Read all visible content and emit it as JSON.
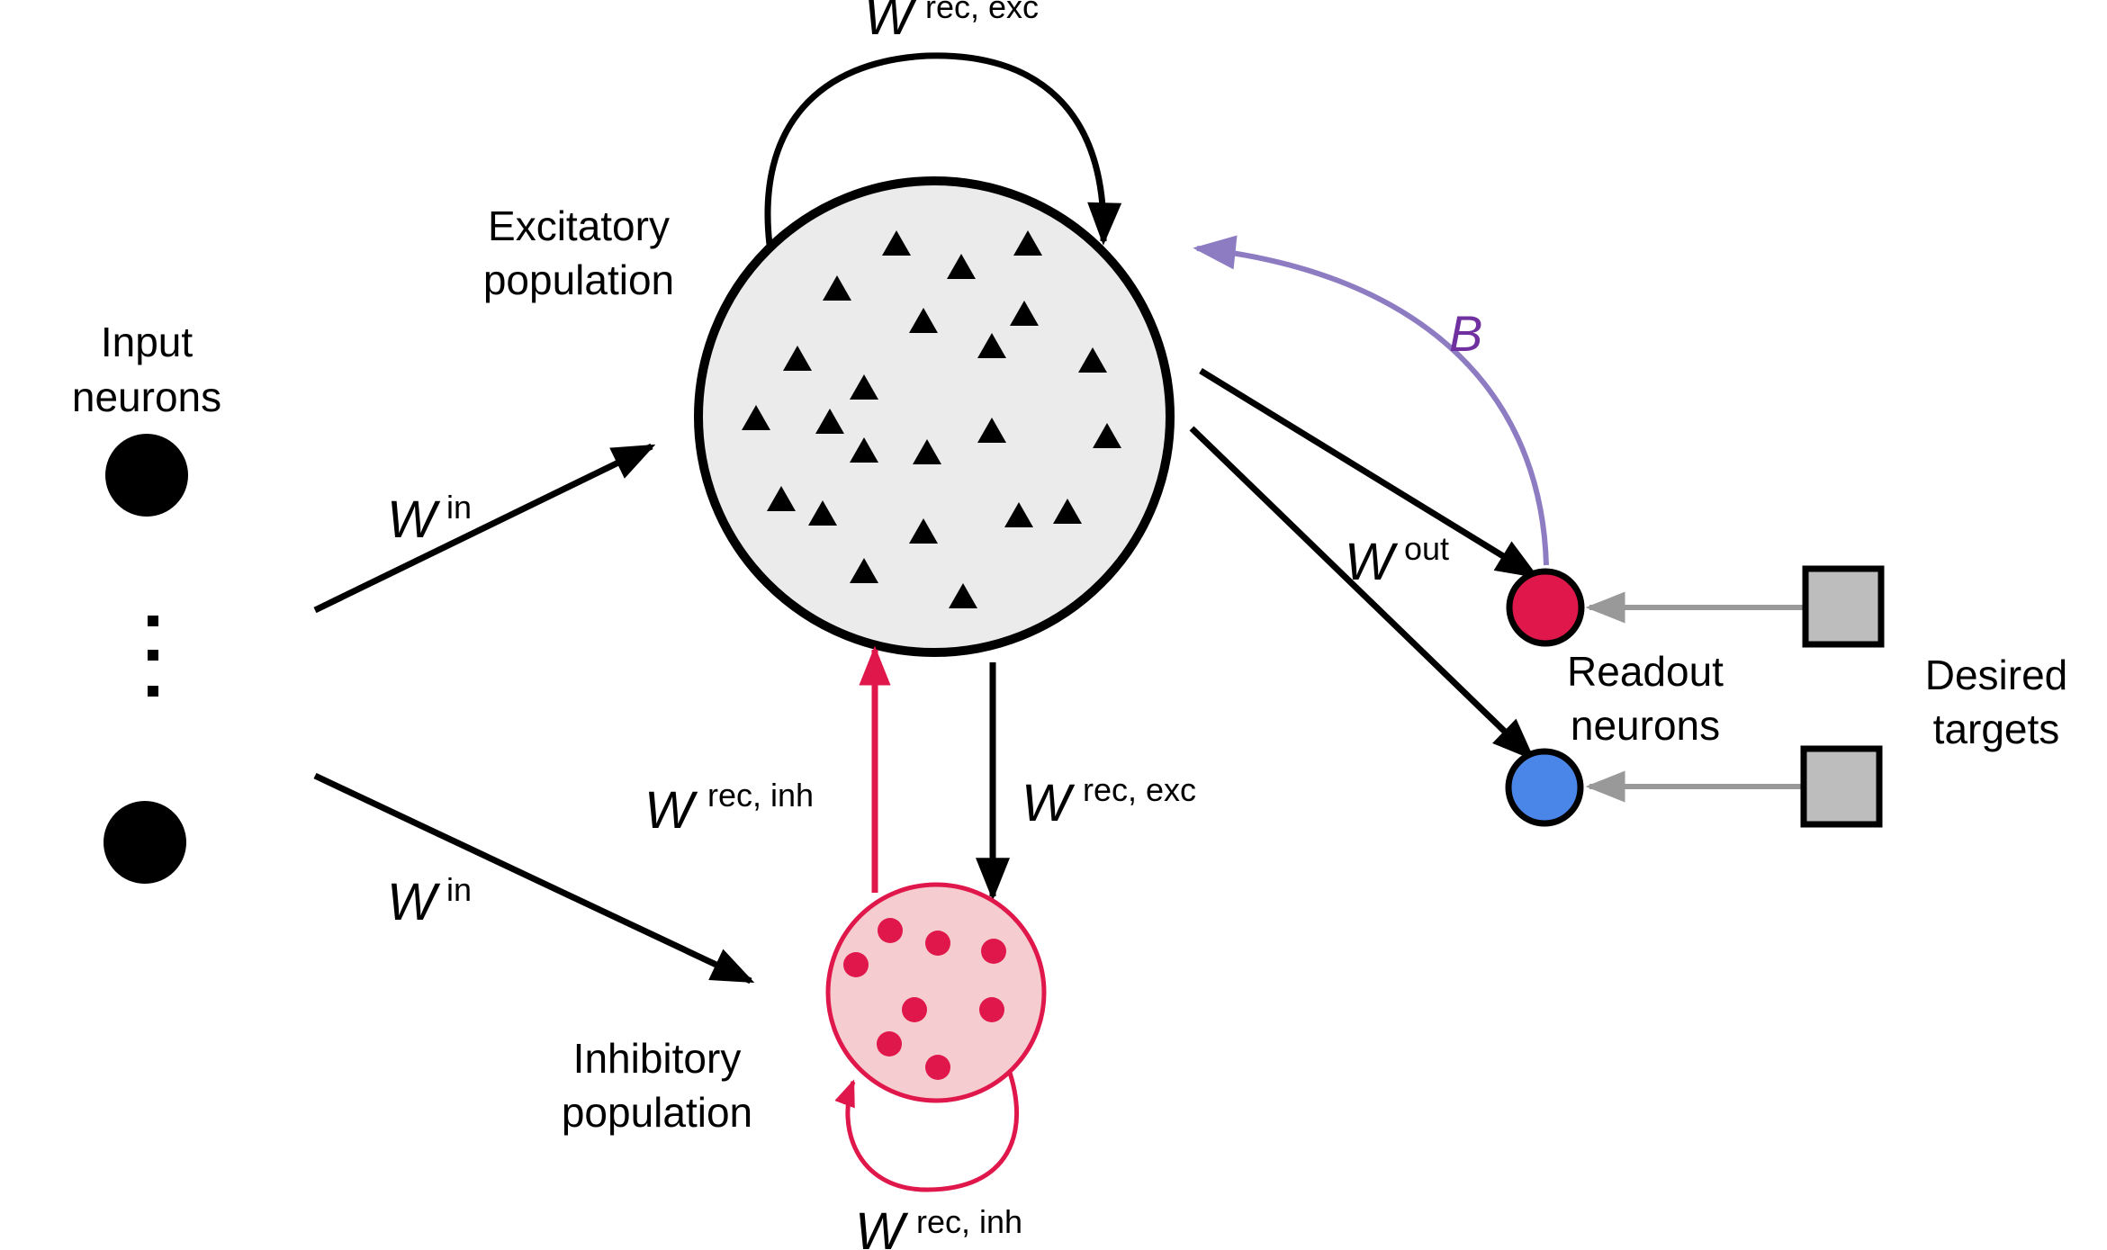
{
  "labels": {
    "input_neurons": [
      "Input",
      "neurons"
    ],
    "ellipsis": "⋮",
    "excitatory_population": [
      "Excitatory",
      "population"
    ],
    "inhibitory_population": [
      "Inhibitory",
      "population"
    ],
    "readout_neurons": [
      "Readout",
      "neurons"
    ],
    "desired_targets": [
      "Desired",
      "targets"
    ]
  },
  "weights": {
    "w_symbol": "W",
    "in_sup": "in",
    "rec_exc_sup": "rec, exc",
    "rec_inh_sup": "rec, inh",
    "out_sup": "out",
    "feedback": "B"
  },
  "colors": {
    "excitatory_fill": "#ebebeb",
    "inhibitory_fill": "#f5cccf",
    "inhibitory_stroke": "#e0174a",
    "readout_red": "#e0174a",
    "readout_blue": "#4a86e8",
    "target_fill": "#bdbdbd",
    "feedback_purple": "#8e7cc3",
    "feedback_label": "#7030a0",
    "target_arrow": "#999999"
  }
}
